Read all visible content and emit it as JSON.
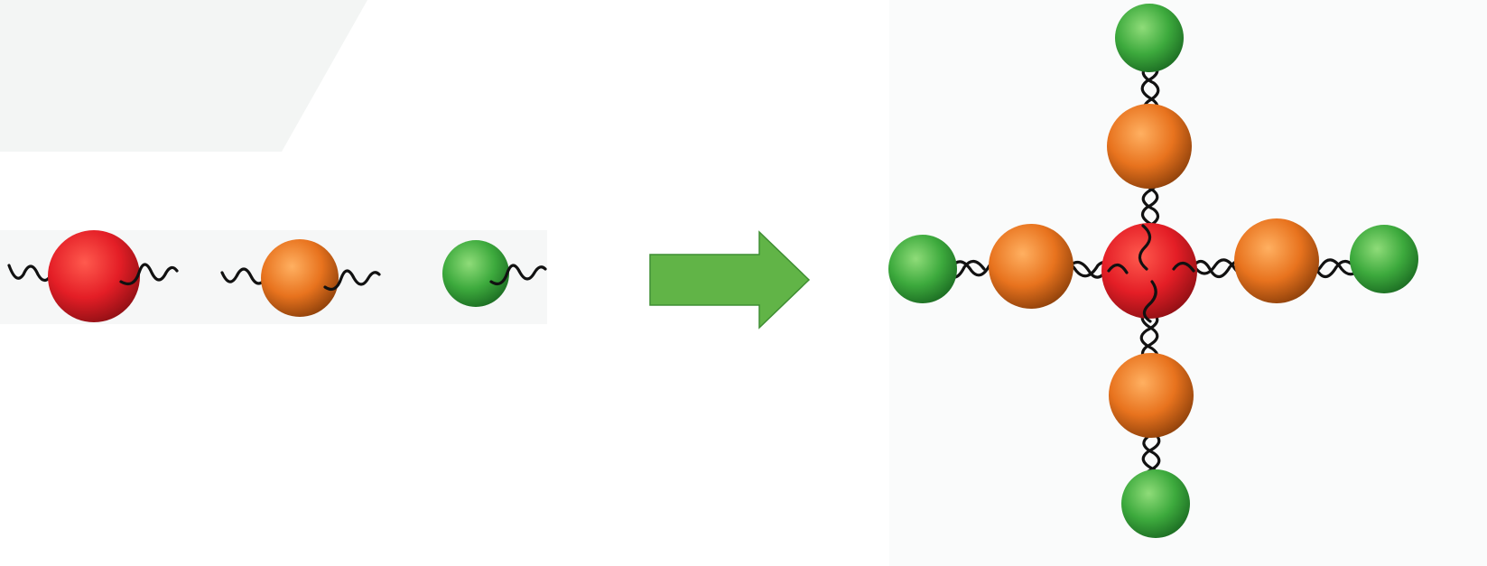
{
  "colors": {
    "background": "#ffffff",
    "corner_panel": "#f3f5f4",
    "strip_panel": "#f6f7f7",
    "assembly_panel": "#fafbfb",
    "arrow_fill": "#61b447",
    "arrow_stroke": "#3f8e33",
    "strand": "#111111",
    "red_sphere": "#e41e26",
    "orange_sphere": "#e8731e",
    "green_sphere": "#3daa3d"
  },
  "components": [
    {
      "name": "red-core-sphere",
      "color": "red",
      "strand_arms": 2
    },
    {
      "name": "orange-linker-sphere",
      "color": "orange",
      "strand_arms": 2
    },
    {
      "name": "green-terminal-sphere",
      "color": "green",
      "strand_arms": 1
    }
  ],
  "assembly": {
    "core": "red",
    "branch_count": 4,
    "branch_sequence": [
      "orange",
      "green"
    ]
  },
  "arrow": {
    "direction": "right",
    "color": "green"
  }
}
